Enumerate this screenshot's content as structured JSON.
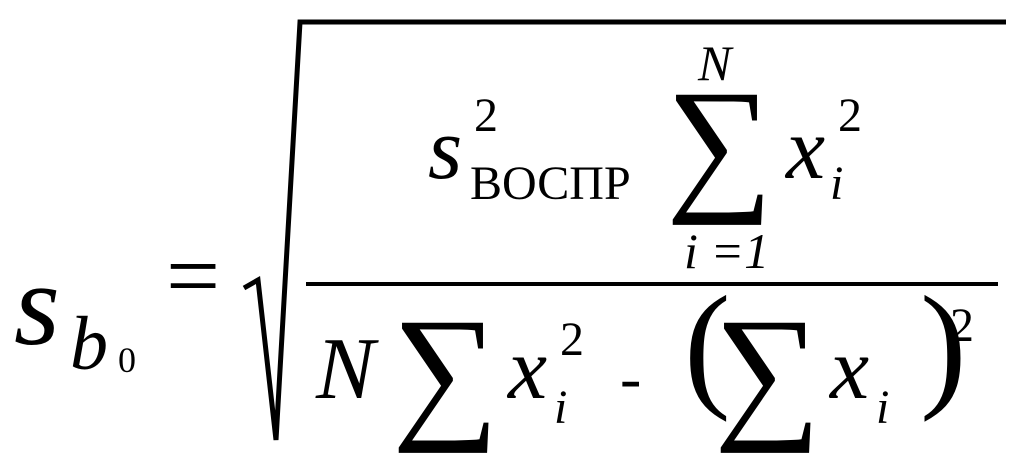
{
  "formula": {
    "lhs": {
      "symbol": "s",
      "subscript": "b",
      "sub_subscript": "0"
    },
    "equals": "=",
    "numerator": {
      "variance_symbol": "s",
      "variance_power": "2",
      "variance_subscript": "ВОСПР",
      "sum_upper": "N",
      "sum_symbol": "∑",
      "sum_lower": "i =1",
      "term_symbol": "x",
      "term_subscript": "i",
      "term_power": "2"
    },
    "denominator": {
      "factor": "N",
      "sum_symbol": "∑",
      "term_symbol": "x",
      "term_subscript": "i",
      "term_power": "2",
      "minus": "-",
      "left_paren": "(",
      "right_paren": ")",
      "outer_power": "2"
    }
  }
}
